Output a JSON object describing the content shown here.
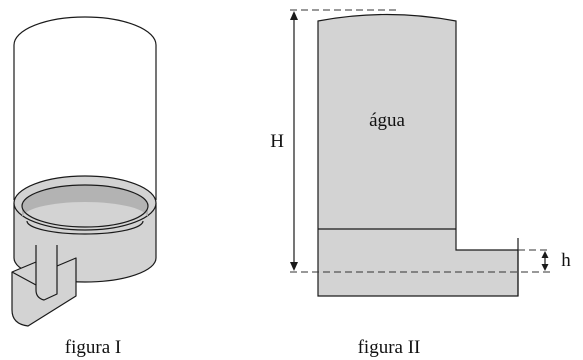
{
  "figure_1": {
    "caption": "figura I"
  },
  "figure_2": {
    "caption": "figura II",
    "water_label": "água",
    "height_H_label": "H",
    "height_h_label": "h"
  },
  "colors": {
    "water_fill": "#d3d3d3",
    "inner_base_shade": "#b3b3b3",
    "outline": "#1a1a1a",
    "dashed_line": "#333333"
  }
}
